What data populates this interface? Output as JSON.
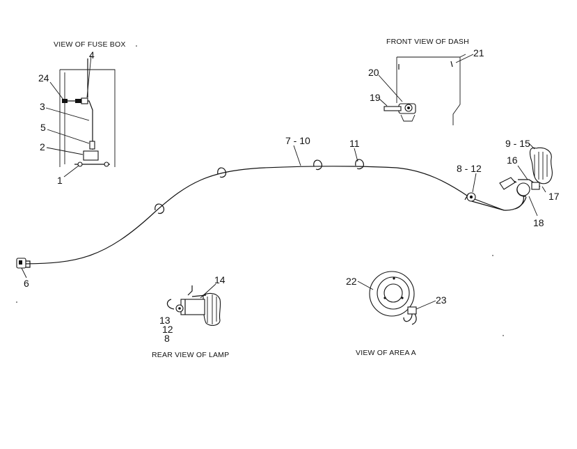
{
  "captions": {
    "fuse_box": "VIEW OF FUSE BOX",
    "front_dash": "FRONT VIEW OF DASH",
    "rear_lamp": "REAR VIEW OF LAMP",
    "area_a": "VIEW  OF  AREA  A"
  },
  "callouts": {
    "c24": "24",
    "c4": "4",
    "c3": "3",
    "c5": "5",
    "c2": "2",
    "c1": "1",
    "c20": "20",
    "c21": "21",
    "c19": "19",
    "c7_10": "7 - 10",
    "c11": "11",
    "c8_12": "8 - 12",
    "c9_15": "9 - 15",
    "c16": "16",
    "c17": "17",
    "c18": "18",
    "c6": "6",
    "c14": "14",
    "c13": "13",
    "c12": "12",
    "c8": "8",
    "c22": "22",
    "c23": "23"
  }
}
